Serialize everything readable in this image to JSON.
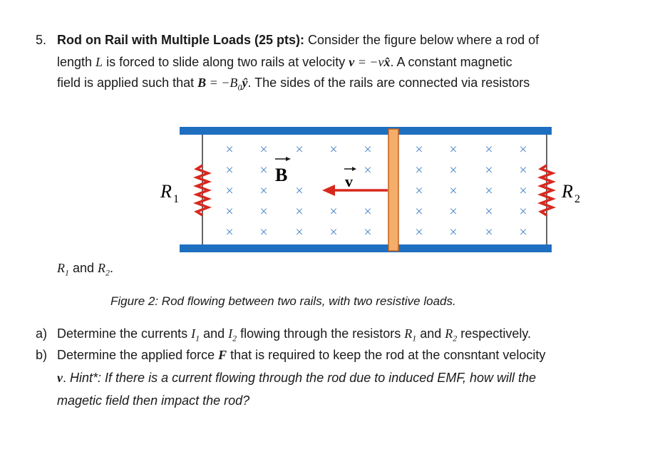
{
  "problem": {
    "number": "5.",
    "title": "Rod on Rail with Multiple Loads (25 pts):",
    "line1_text": " Consider the figure below where a rod of",
    "line2_a": "length ",
    "line2_L": "L",
    "line2_b": " is forced to slide along two rails at velocity ",
    "line2_v": "v",
    "line2_eq": " = −v",
    "line2_xhat": "x̂",
    "line2_c": ". A constant magnetic",
    "line3_a": "field is applied such that ",
    "line3_B": "B",
    "line3_eq": " = −B",
    "line3_sub": "0",
    "line3_yhat": "ŷ",
    "line3_b": ". The sides of the rails are connected via resistors",
    "line4_R1": "R",
    "line4_sub1": "1",
    "line4_and": " and ",
    "line4_R2": "R",
    "line4_sub2": "2",
    "line4_end": "."
  },
  "figure": {
    "label_R1": "R",
    "label_R1_sub": "1",
    "label_R2": "R",
    "label_R2_sub": "2",
    "label_B": "B",
    "label_v": "v",
    "field_symbol": "×",
    "colors": {
      "rail": "#1f6fc0",
      "rod_fill": "#f5ad6a",
      "rod_stroke": "#c0601a",
      "resistor": "#d8281e",
      "arrow": "#d8281e",
      "field": "#4a86c8",
      "wire": "#666666"
    },
    "caption": "Figure 2: Rod flowing between two rails, with two resistive loads."
  },
  "questions": {
    "a_label": "a)",
    "a_text1": "Determine the currents ",
    "a_I1": "I",
    "a_I1_sub": "1",
    "a_and": " and ",
    "a_I2": "I",
    "a_I2_sub": "2",
    "a_text2": " flowing through the resistors ",
    "a_R1": "R",
    "a_R1_sub": "1",
    "a_and2": "  and ",
    "a_R2": "R",
    "a_R2_sub": "2",
    "a_text3": " respectively.",
    "b_label": "b)",
    "b_text1": "Determine the applied force ",
    "b_F": "F",
    "b_text2": " that is required to keep the rod at the consntant velocity",
    "b_v": "v",
    "b_text3": ". ",
    "b_hint": "Hint*: If there is a current  flowing through the rod due to induced EMF, how will the",
    "b_hint2": "magetic field then impact the rod?"
  }
}
